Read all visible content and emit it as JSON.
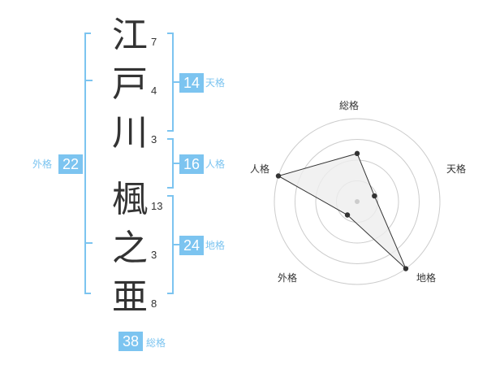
{
  "name": {
    "characters": [
      {
        "char": "江",
        "strokes": "7"
      },
      {
        "char": "戸",
        "strokes": "4"
      },
      {
        "char": "川",
        "strokes": "3"
      },
      {
        "char": "楓",
        "strokes": "13"
      },
      {
        "char": "之",
        "strokes": "3"
      },
      {
        "char": "亜",
        "strokes": "8"
      }
    ]
  },
  "kaku": {
    "tenkaku": {
      "value": "14",
      "label": "天格"
    },
    "jinkaku": {
      "value": "16",
      "label": "人格"
    },
    "chikaku": {
      "value": "24",
      "label": "地格"
    },
    "gaikaku": {
      "value": "22",
      "label": "外格"
    },
    "soukaku": {
      "value": "38",
      "label": "総格"
    }
  },
  "radar": {
    "axes": [
      "総格",
      "天格",
      "地格",
      "外格",
      "人格"
    ],
    "values": [
      0.58,
      0.22,
      1.0,
      0.2,
      1.0
    ],
    "max": 1.0,
    "ring_count": 4,
    "colors": {
      "grid": "#cccccc",
      "fill": "#eeeeee",
      "line": "#333333",
      "center": "#cccccc"
    }
  }
}
